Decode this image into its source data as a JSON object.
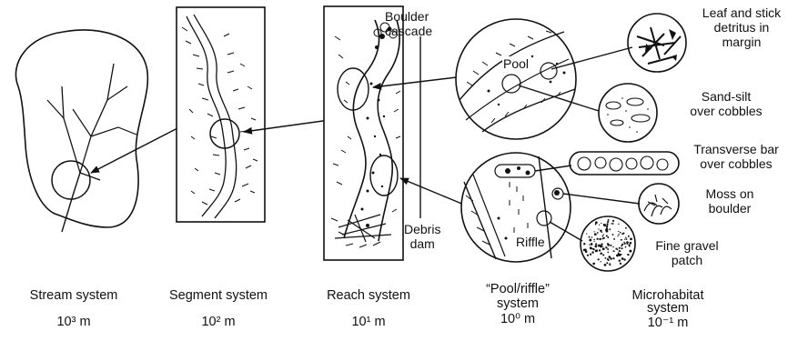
{
  "levels": [
    {
      "name": "Stream system",
      "scale": "10³ m"
    },
    {
      "name": "Segment system",
      "scale": "10² m"
    },
    {
      "name": "Reach system",
      "scale": "10¹ m"
    },
    {
      "name_line1": "“Pool/riffle”",
      "name_line2": "system",
      "scale": "10⁰ m"
    },
    {
      "name_line1": "Microhabitat",
      "name_line2": "system",
      "scale": "10⁻¹ m"
    }
  ],
  "reach_labels": {
    "boulder_line1": "Boulder",
    "boulder_line2": "cascade",
    "debris_line1": "Debris",
    "debris_line2": "dam"
  },
  "pool_riffle_labels": {
    "pool": "Pool",
    "riffle": "Riffle"
  },
  "microhabitats": [
    {
      "line1": "Leaf and stick",
      "line2": "detritus in",
      "line3": "margin"
    },
    {
      "line1": "Sand-silt",
      "line2": "over cobbles"
    },
    {
      "line1": "Transverse bar",
      "line2": "over cobbles"
    },
    {
      "line1": "Moss on",
      "line2": "boulder"
    },
    {
      "line1": "Fine gravel",
      "line2": "patch"
    }
  ]
}
